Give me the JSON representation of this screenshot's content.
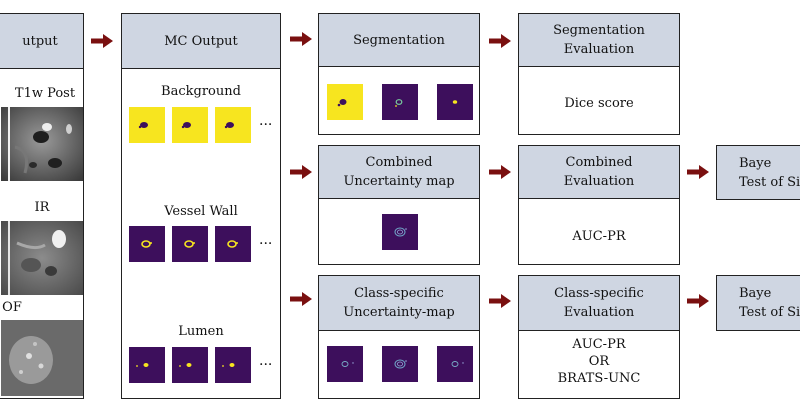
{
  "colors": {
    "header_fill": "#cfd6e2",
    "arrow": "#7a1010",
    "map_dark": "#3d0f5c",
    "map_yellow": "#f7e51f"
  },
  "input": {
    "title": "utput",
    "labels": [
      "T1w Post",
      "IR",
      "OF"
    ]
  },
  "mc_output": {
    "title": "MC Output",
    "rows": [
      {
        "label": "Background",
        "ellipsis": "..."
      },
      {
        "label": "Vessel Wall",
        "ellipsis": "..."
      },
      {
        "label": "Lumen",
        "ellipsis": "..."
      }
    ]
  },
  "segmentation": {
    "title": "Segmentation"
  },
  "seg_eval": {
    "title": "Segmentation\nEvaluation",
    "body": "Dice score"
  },
  "combined_map": {
    "title": "Combined\nUncertainty map"
  },
  "combined_eval": {
    "title": "Combined\nEvaluation",
    "body": "AUC-PR"
  },
  "class_map": {
    "title": "Class-specific\nUncertainty-map"
  },
  "class_eval": {
    "title": "Class-specific\nEvaluation",
    "body": "AUC-PR\nOR\nBRATS-UNC"
  },
  "bayes_1": {
    "title": "Baye\nTest of Sig"
  },
  "bayes_2": {
    "title": "Baye\nTest of Sig"
  }
}
